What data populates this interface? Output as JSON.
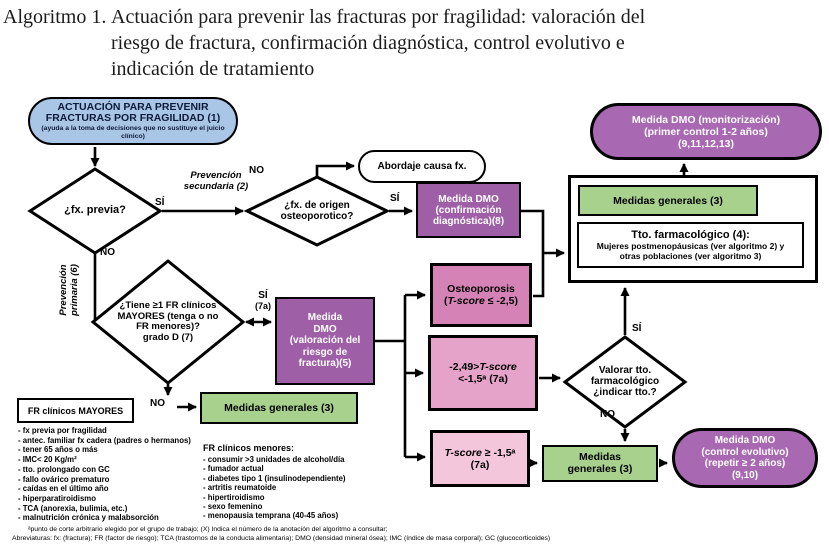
{
  "colors": {
    "blue_start": "#a9c6e6",
    "purple_box": "#9e5fa7",
    "purple_oval": "#a968b2",
    "green_box": "#a9d18e",
    "pink_dark": "#d583b6",
    "pink_mid": "#e6a3c9",
    "pink_light": "#f3c6db"
  },
  "title": {
    "label": "Algoritmo 1.",
    "text": "Actuación para prevenir las fracturas por fragilidad: valoración del riesgo de fractura, confirmación diagnóstica, control evolutivo e indicación de tratamiento"
  },
  "nodes": {
    "start": {
      "line1": "ACTUACIÓN PARA PREVENIR",
      "line2": "FRACTURAS POR FRAGILIDAD (1)",
      "sub": "(ayuda a la toma de decisiones que no sustituye el juicio clínico)"
    },
    "fx_previa": {
      "text": "¿fx. previa?"
    },
    "fx_origen": {
      "line1": "¿fx. de origen",
      "line2": "osteoporotico?"
    },
    "abordaje": {
      "text": "Abordaje causa fx."
    },
    "dmo_confirmacion": {
      "line1": "Medida DMO",
      "line2": "(confirmación",
      "line3": "diagnóstica)(8)"
    },
    "dmo_monitorizacion": {
      "line1": "Medida DMO (monitorización)",
      "line2": "(primer control 1-2 años)",
      "line3": "(9,11,12,13)"
    },
    "medidas_generales_tto": {
      "text": "Medidas generales (3)"
    },
    "tto_farmacologico": {
      "line1": "Tto. farmacológico (4):",
      "line2": "Mujeres postmenopáusicas (ver algoritmo 2) y",
      "line3": "otras poblaciones (ver algoritmo 3)"
    },
    "fr_mayores_diamond": {
      "line1": "¿Tiene ≥1 FR clínicos",
      "line2": "MAYORES (tenga o no",
      "line3": "FR menores)?",
      "line4": "grado D (7)"
    },
    "dmo_valoracion": {
      "line1": "Medida",
      "line2": "DMO",
      "line3": "(valoración del",
      "line4": "riesgo de",
      "line5": "fractura)(5)"
    },
    "osteoporosis": {
      "line1": "Osteoporosis",
      "line2_pre": "(",
      "line2_italic": "T-score",
      "line2_post": " ≤ -2,5)"
    },
    "tscore_medio": {
      "line1_pre": "-2,49>",
      "line1_italic": "T-score",
      "line2": "<-1,5ᵃ (7a)"
    },
    "tscore_alto": {
      "line1_italic": "T-score",
      "line1_post": " ≥ -1,5ᵃ",
      "line2": "(7a)"
    },
    "valorar_tto": {
      "line1": "Valorar tto.",
      "line2": "farmacológico",
      "line3": "¿indicar tto.?"
    },
    "medidas_generales_primaria": {
      "text": "Medidas generales (3)"
    },
    "medidas_generales_inferior": {
      "line1": "Medidas",
      "line2": "generales (3)"
    },
    "dmo_control": {
      "line1": "Medida DMO",
      "line2": "(control evolutivo)",
      "line3": "(repetir ≥ 2 años)",
      "line4": "(9,10)"
    }
  },
  "labels": {
    "si_1": "SÍ",
    "no_1": "NO",
    "si_2": "SÍ",
    "no_2": "NO",
    "si_3": "SÍ",
    "si_3b": "(7a)",
    "no_3": "NO",
    "si_4": "SÍ",
    "no_4": "NO",
    "prevencion_secundaria": "Prevención secundaria (2)",
    "prevencion_primaria": "Prevención primaria (6)"
  },
  "fr_mayores": {
    "title": "FR clínicos MAYORES",
    "items": [
      "- fx previa por fragilidad",
      "- antec. familiar fx cadera (padres o hermanos)",
      "- tener 65 años o más",
      "- IMC< 20 Kg/m²",
      "- tto. prolongado con GC",
      "- fallo ovárico prematuro",
      "- caídas en el último año",
      "- hiperparatiroidismo",
      "- TCA (anorexia, bulimia, etc.)",
      "- malnutrición crónica y malabsorción"
    ]
  },
  "fr_menores": {
    "title": "FR clínicos menores:",
    "items": [
      "- consumir >3 unidades de alcohol/día",
      "- fumador actual",
      "- diabetes tipo 1 (insulinodependiente)",
      "- artritis reumatoide",
      "- hipertiroidismo",
      "- sexo femenino",
      "- menopausia temprana (40-45 años)"
    ]
  },
  "footnotes": {
    "line1": "ᵃpunto de corte arbitrario elegido por el grupo de trabajo; (X) Indica el número de la anotación del algoritmo a consultar;",
    "line2": "Abreviaturas: fx: (fractura); FR (factor de riesgo); TCA (trastornos de la conducta alimentaria); DMO (densidad mineral ósea); IMC (índice de masa corporal); GC (glucocorticoides)"
  }
}
